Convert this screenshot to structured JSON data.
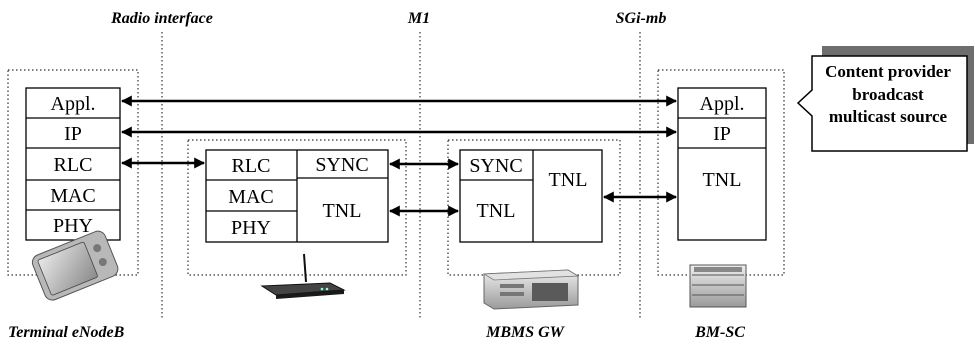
{
  "interfaces": {
    "radio": "Radio interface",
    "m1": "M1",
    "sgimb": "SGi-mb"
  },
  "terminal": {
    "cells": [
      "Appl.",
      "IP",
      "RLC",
      "MAC",
      "PHY"
    ],
    "icon": "pda-icon"
  },
  "enodeb": {
    "cells": [
      "RLC",
      "MAC",
      "PHY"
    ],
    "sync": "SYNC",
    "tnl": "TNL",
    "icon": "router-icon"
  },
  "mbms_gw": {
    "sync": "SYNC",
    "tnl_left": "TNL",
    "tnl_right": "TNL",
    "icon": "server-icon"
  },
  "bmsc": {
    "cells": [
      "Appl.",
      "IP",
      "TNL"
    ],
    "icon": "server-rack-icon"
  },
  "callout": {
    "lines": [
      "Content provider",
      "broadcast",
      "multicast source"
    ]
  },
  "labels": {
    "terminal_enodeb": "Terminal eNodeB",
    "mbms_gw": "MBMS GW",
    "bmsc": "BM-SC"
  }
}
